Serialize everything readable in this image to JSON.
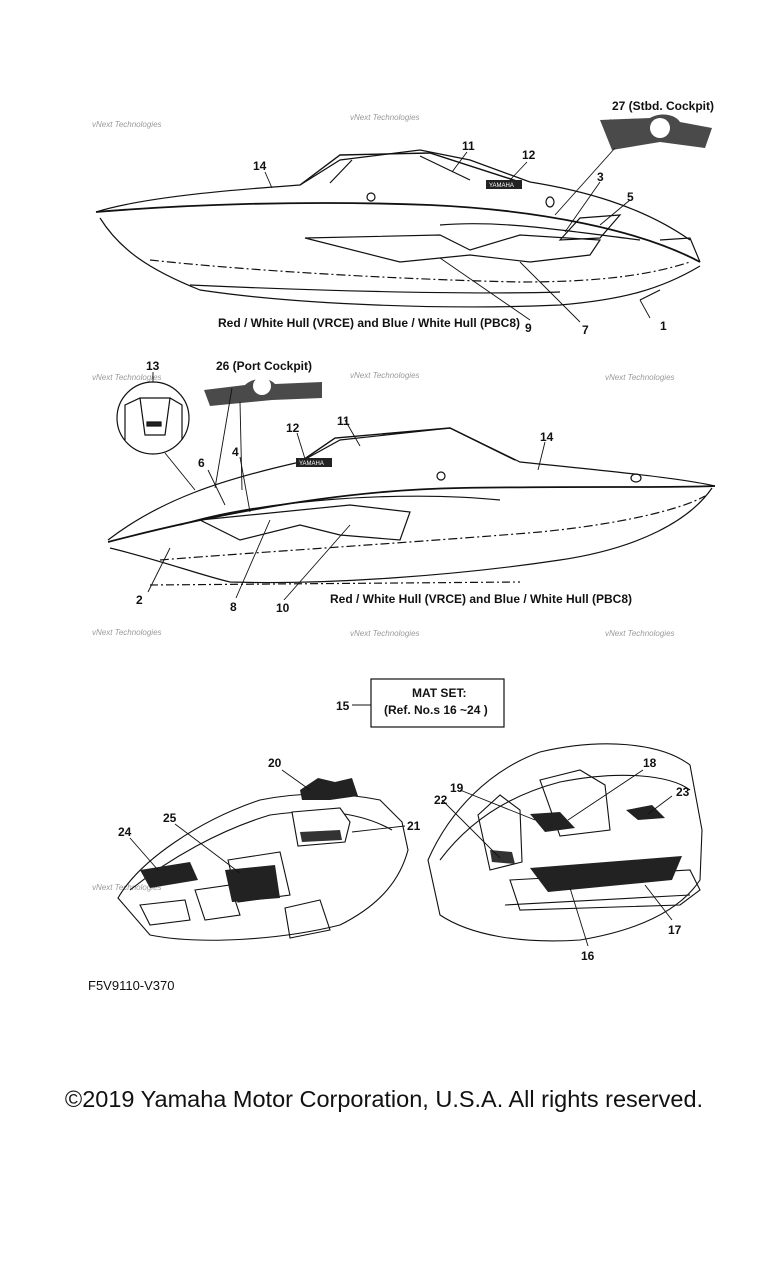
{
  "diagram": {
    "callouts": {
      "c1": "1",
      "c2": "2",
      "c3": "3",
      "c4": "4",
      "c5": "5",
      "c6": "6",
      "c7": "7",
      "c8": "8",
      "c9": "9",
      "c10": "10",
      "c11a": "11",
      "c11b": "11",
      "c12a": "12",
      "c12b": "12",
      "c13": "13",
      "c14a": "14",
      "c14b": "14",
      "c15": "15",
      "c16": "16",
      "c17": "17",
      "c18": "18",
      "c19": "19",
      "c20": "20",
      "c21": "21",
      "c22": "22",
      "c23": "23",
      "c24": "24",
      "c25": "25",
      "c26": "26 (Port Cockpit)",
      "c27": "27 (Stbd. Cockpit)"
    },
    "hull_caption_top": "Red / White Hull (VRCE) and Blue / White Hull (PBC8)",
    "hull_caption_bottom": "Red / White Hull (VRCE) and Blue / White Hull (PBC8)",
    "mat_set_title": "MAT SET:",
    "mat_set_ref": "(Ref. No.s 16 ~24  )",
    "watermark": "vNext Technologies",
    "badge_text": "YAMAHA"
  },
  "drawing_code": "F5V9110-V370",
  "copyright": "©2019 Yamaha Motor Corporation, U.S.A. All rights reserved."
}
